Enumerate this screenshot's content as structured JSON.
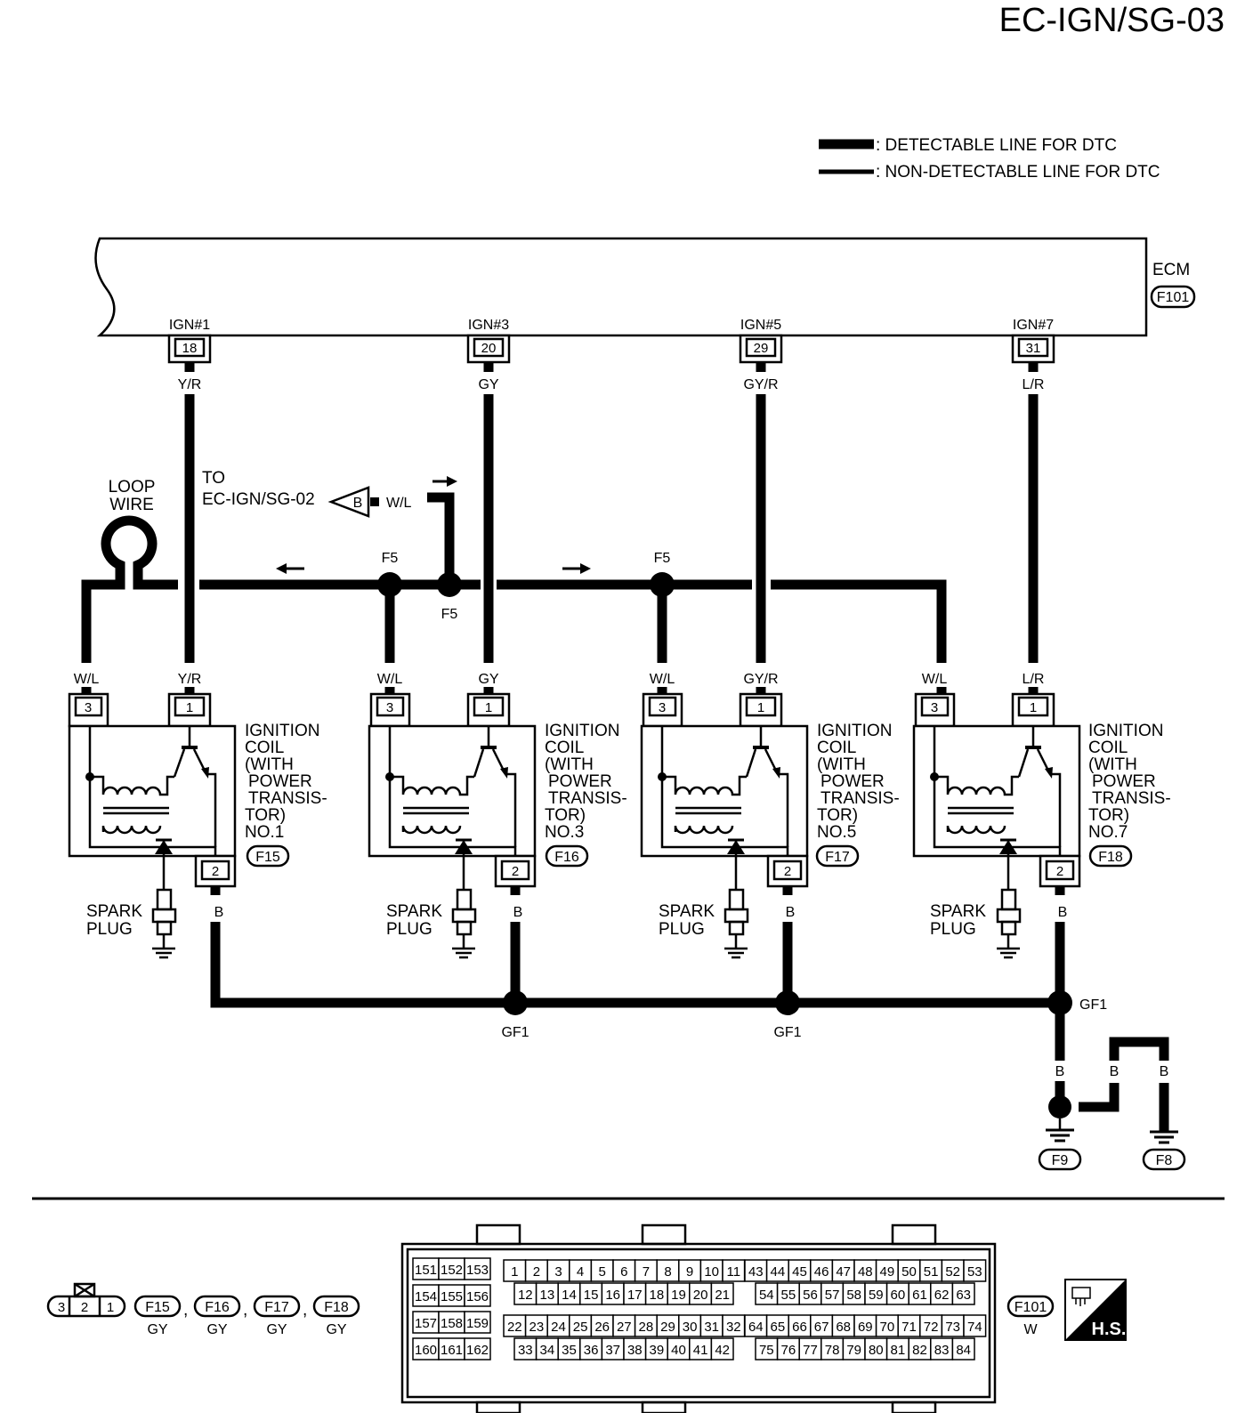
{
  "page_code": "EC-IGN/SG-03",
  "legend": {
    "detectable": ": DETECTABLE LINE FOR DTC",
    "non_detectable": ": NON-DETECTABLE LINE FOR DTC"
  },
  "ecm": {
    "label": "ECM",
    "connector": "F101"
  },
  "ecm_pins": [
    {
      "name": "IGN#1",
      "pin": "18",
      "wire": "Y/R"
    },
    {
      "name": "IGN#3",
      "pin": "20",
      "wire": "GY"
    },
    {
      "name": "IGN#5",
      "pin": "29",
      "wire": "GY/R"
    },
    {
      "name": "IGN#7",
      "pin": "31",
      "wire": "L/R"
    }
  ],
  "loop_wire": {
    "line1": "LOOP",
    "line2": "WIRE"
  },
  "to_ref": {
    "line1": "TO",
    "line2": "EC-IGN/SG-02",
    "tag": "B",
    "wire": "W/L"
  },
  "junctions": {
    "f5": "F5",
    "gf1": "GF1"
  },
  "coils": [
    {
      "number": "NO.1",
      "connector": "F15",
      "pin3_wire": "W/L",
      "pin1_wire": "Y/R",
      "pin2_wire": "B"
    },
    {
      "number": "NO.3",
      "connector": "F16",
      "pin3_wire": "W/L",
      "pin1_wire": "GY",
      "pin2_wire": "B"
    },
    {
      "number": "NO.5",
      "connector": "F17",
      "pin3_wire": "W/L",
      "pin1_wire": "GY/R",
      "pin2_wire": "B"
    },
    {
      "number": "NO.7",
      "connector": "F18",
      "pin3_wire": "W/L",
      "pin1_wire": "L/R",
      "pin2_wire": "B"
    }
  ],
  "coil_text": {
    "l1": "IGNITION",
    "l2": "COIL",
    "l3": "(WITH",
    "l4": "POWER",
    "l5": "TRANSIS-",
    "l6": "TOR)",
    "pin1": "1",
    "pin2": "2",
    "pin3": "3"
  },
  "spark_plug": {
    "line1": "SPARK",
    "line2": "PLUG"
  },
  "ground_wire": "B",
  "grounds": [
    "F9",
    "F8"
  ],
  "connector_views": {
    "small": {
      "pins": [
        "3",
        "2",
        "1"
      ]
    },
    "coil_connectors": [
      {
        "id": "F15",
        "color": "GY"
      },
      {
        "id": "F16",
        "color": "GY"
      },
      {
        "id": "F17",
        "color": "GY"
      },
      {
        "id": "F18",
        "color": "GY"
      }
    ],
    "comma": ",",
    "ecm": {
      "id": "F101",
      "color": "W"
    },
    "hs": "H.S.",
    "ecm_rows": [
      [
        "151",
        "152",
        "153"
      ],
      [
        "154",
        "155",
        "156"
      ],
      [
        "157",
        "158",
        "159"
      ],
      [
        "160",
        "161",
        "162"
      ],
      [
        "1",
        "2",
        "3",
        "4",
        "5",
        "6",
        "7",
        "8",
        "9",
        "10",
        "11"
      ],
      [
        "12",
        "13",
        "14",
        "15",
        "16",
        "17",
        "18",
        "19",
        "20",
        "21"
      ],
      [
        "22",
        "23",
        "24",
        "25",
        "26",
        "27",
        "28",
        "29",
        "30",
        "31",
        "32"
      ],
      [
        "33",
        "34",
        "35",
        "36",
        "37",
        "38",
        "39",
        "40",
        "41",
        "42"
      ],
      [
        "43",
        "44",
        "45",
        "46",
        "47",
        "48",
        "49",
        "50",
        "51",
        "52",
        "53"
      ],
      [
        "54",
        "55",
        "56",
        "57",
        "58",
        "59",
        "60",
        "61",
        "62",
        "63"
      ],
      [
        "64",
        "65",
        "66",
        "67",
        "68",
        "69",
        "70",
        "71",
        "72",
        "73",
        "74"
      ],
      [
        "75",
        "76",
        "77",
        "78",
        "79",
        "80",
        "81",
        "82",
        "83",
        "84"
      ]
    ]
  }
}
